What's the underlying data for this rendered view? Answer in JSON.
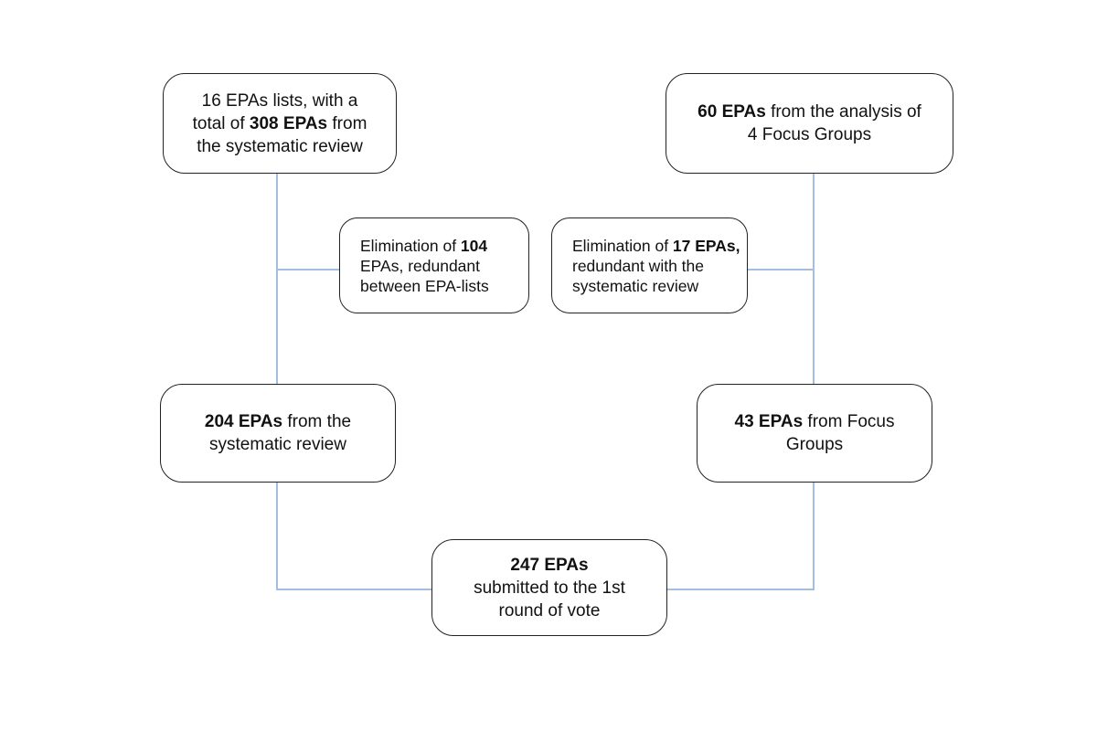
{
  "diagram": {
    "background_color": "#ffffff",
    "node_border_color": "#222222",
    "node_fill_color": "#ffffff",
    "connector_color": "#a4bedf",
    "nodes": {
      "systematic_review_total": {
        "lines": [
          [
            {
              "t": "16 EPAs lists, with a"
            }
          ],
          [
            {
              "t": "total of "
            },
            {
              "t": "308 EPAs",
              "b": true
            },
            {
              "t": " from"
            }
          ],
          [
            {
              "t": "the systematic review"
            }
          ]
        ]
      },
      "focus_groups_total": {
        "lines": [
          [
            {
              "t": "60 EPAs",
              "b": true
            },
            {
              "t": " from the analysis of"
            }
          ],
          [
            {
              "t": "4 Focus Groups"
            }
          ]
        ]
      },
      "elimination_104": {
        "lines": [
          [
            {
              "t": "Elimination of "
            },
            {
              "t": "104",
              "b": true
            }
          ],
          [
            {
              "t": "EPAs, redundant"
            }
          ],
          [
            {
              "t": "between EPA-lists"
            }
          ]
        ]
      },
      "elimination_17": {
        "lines": [
          [
            {
              "t": "Elimination of "
            },
            {
              "t": "17 EPAs,",
              "b": true
            }
          ],
          [
            {
              "t": "redundant with the"
            }
          ],
          [
            {
              "t": "systematic review"
            }
          ]
        ]
      },
      "systematic_review_remaining": {
        "lines": [
          [
            {
              "t": "204 EPAs",
              "b": true
            },
            {
              "t": " from the"
            }
          ],
          [
            {
              "t": "systematic review"
            }
          ]
        ]
      },
      "focus_groups_remaining": {
        "lines": [
          [
            {
              "t": "43 EPAs",
              "b": true
            },
            {
              "t": " from Focus"
            }
          ],
          [
            {
              "t": "Groups"
            }
          ]
        ]
      },
      "first_round_vote": {
        "lines": [
          [
            {
              "t": "247 EPAs",
              "b": true
            }
          ],
          [
            {
              "t": "submitted to the 1st"
            }
          ],
          [
            {
              "t": "round of vote"
            }
          ]
        ]
      }
    }
  }
}
